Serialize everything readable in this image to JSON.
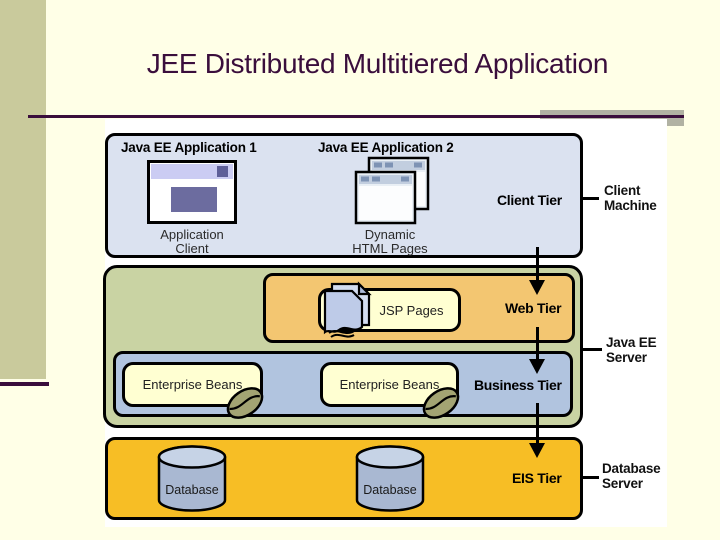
{
  "slide": {
    "title": "JEE Distributed Multitiered Application"
  },
  "palette": {
    "background": "#FFFFE7",
    "sidebar_olive": "#C9CA9C",
    "accent_purple": "#3A0E3C",
    "accent_gray": "#B1B2A3",
    "client_tier_fill": "#DBE2F0",
    "javaee_server_fill": "#C9D3A3",
    "web_tier_fill": "#F3C671",
    "business_tier_fill": "#B1C4DF",
    "eis_tier_fill": "#F7BE25",
    "component_fill": "#FFFFD2"
  },
  "diagram": {
    "client_tier": {
      "app1_title": "Java EE Application 1",
      "app2_title": "Java EE Application 2",
      "app_client_caption_line1": "Application",
      "app_client_caption_line2": "Client",
      "html_caption_line1": "Dynamic",
      "html_caption_line2": "HTML Pages",
      "tier_label": "Client Tier"
    },
    "web_tier": {
      "tier_label": "Web Tier",
      "jsp_label": "JSP Pages"
    },
    "business_tier": {
      "tier_label": "Business Tier",
      "ejb1_label": "Enterprise Beans",
      "ejb2_label": "Enterprise Beans"
    },
    "eis_tier": {
      "tier_label": "EIS Tier",
      "db1_label": "Database",
      "db2_label": "Database"
    },
    "machines": {
      "client_machine_line1": "Client",
      "client_machine_line2": "Machine",
      "javaee_server_line1": "Java EE",
      "javaee_server_line2": "Server",
      "database_server_line1": "Database",
      "database_server_line2": "Server"
    }
  }
}
